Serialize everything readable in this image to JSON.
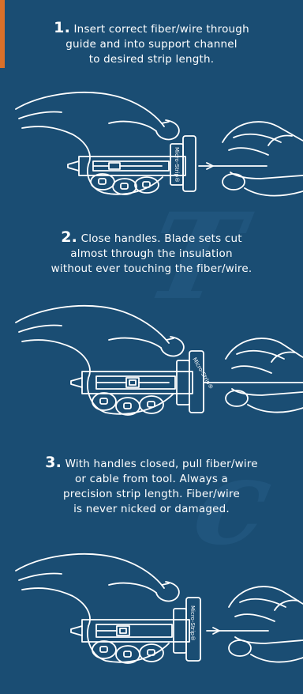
{
  "colors": {
    "background": "#1a4d73",
    "accent": "#d9702a",
    "line": "#ffffff"
  },
  "steps": [
    {
      "number": "1.",
      "lines": [
        "Insert correct fiber/wire through",
        "guide and into support channel",
        "to desired strip length."
      ],
      "tool_label": "Micro-Strip®"
    },
    {
      "number": "2.",
      "lines": [
        "Close handles. Blade sets cut",
        "almost through the insulation",
        "without ever touching the fiber/wire."
      ],
      "tool_label": "Micro-Strip®"
    },
    {
      "number": "3.",
      "lines": [
        "With handles closed, pull fiber/wire",
        "or cable from tool. Always a",
        "precision strip length. Fiber/wire",
        "is never nicked or damaged."
      ],
      "tool_label": "Micro-Strip®"
    }
  ]
}
